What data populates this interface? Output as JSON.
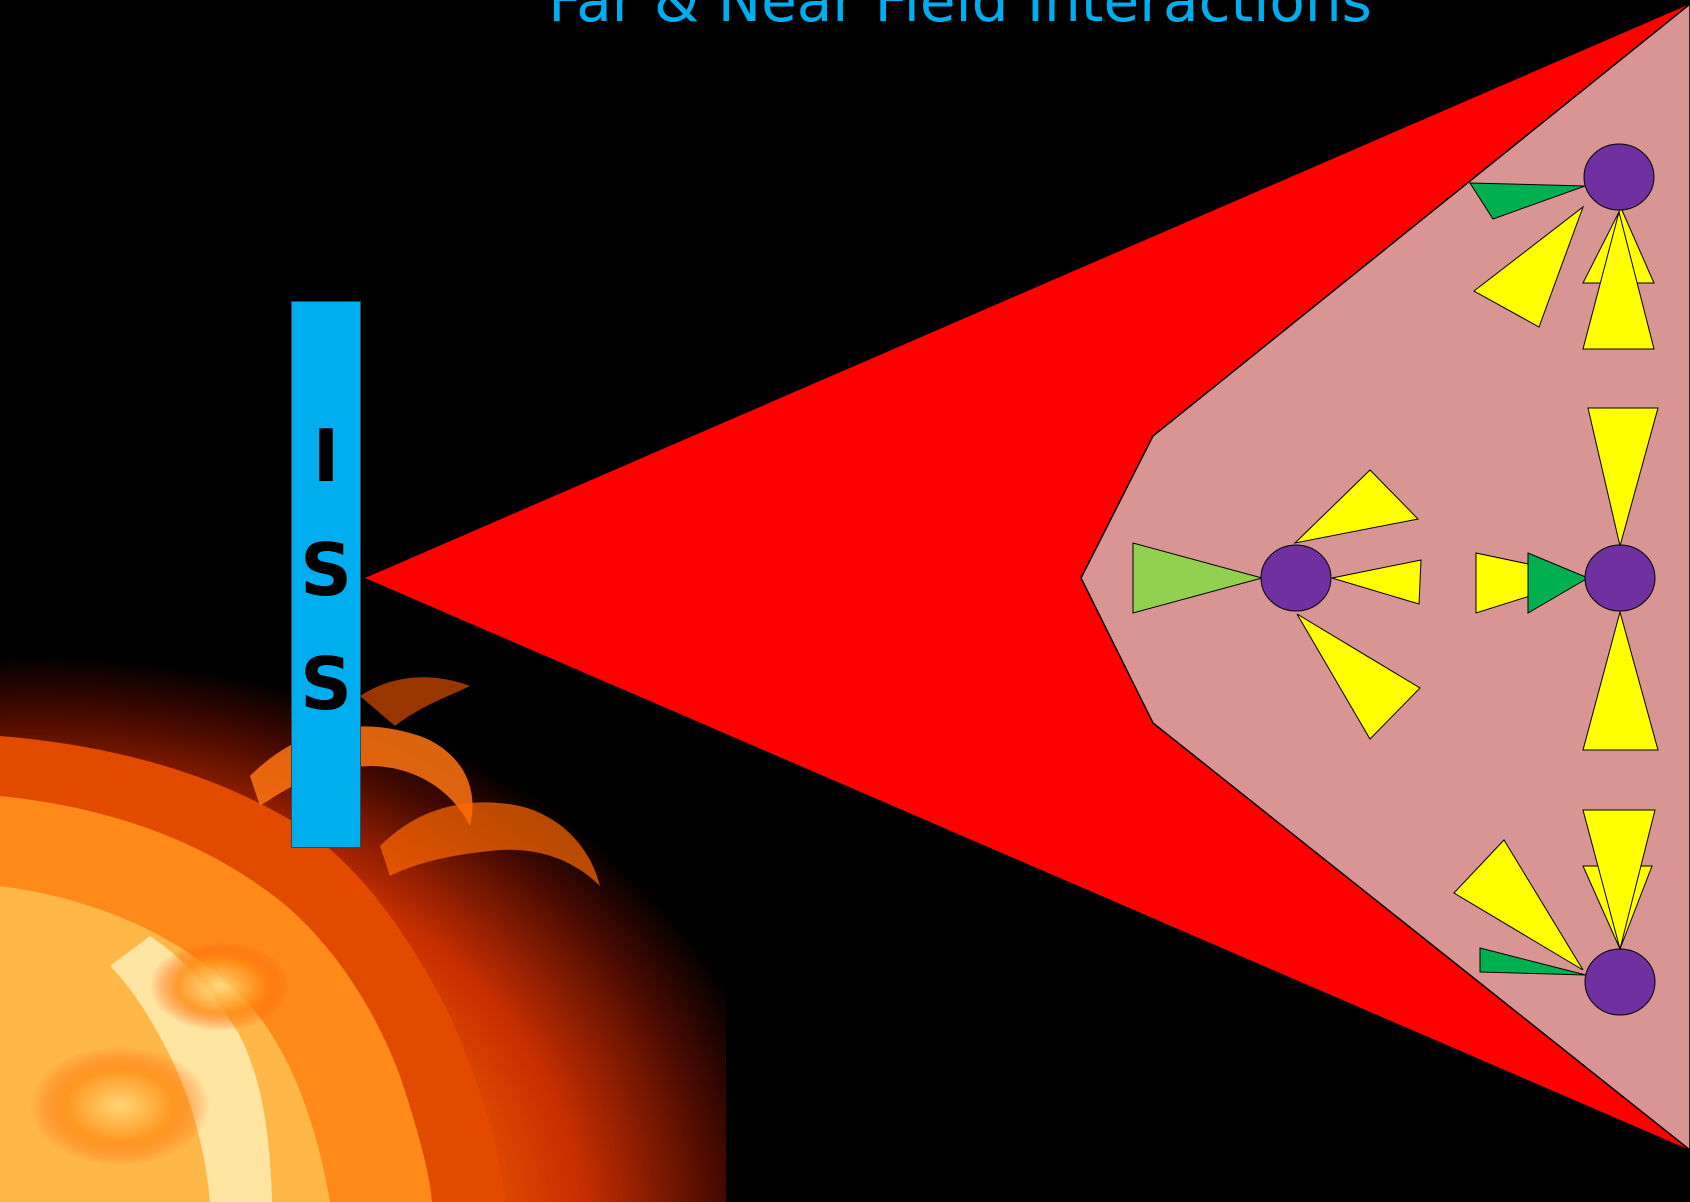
{
  "title": "Far & Near Field Interactions",
  "iss_bar": {
    "letters": [
      "I",
      "S",
      "S"
    ]
  },
  "colors": {
    "background": "#000000",
    "title": "#00aeef",
    "iss_bar": "#00aeef",
    "far_field_beam": "#ff0000",
    "near_field_zone": "#d99594",
    "particle": "#7030a0",
    "secondary_ray": "#ffff00",
    "incoming_ray_dark": "#00b050",
    "incoming_ray_light": "#92d050"
  }
}
